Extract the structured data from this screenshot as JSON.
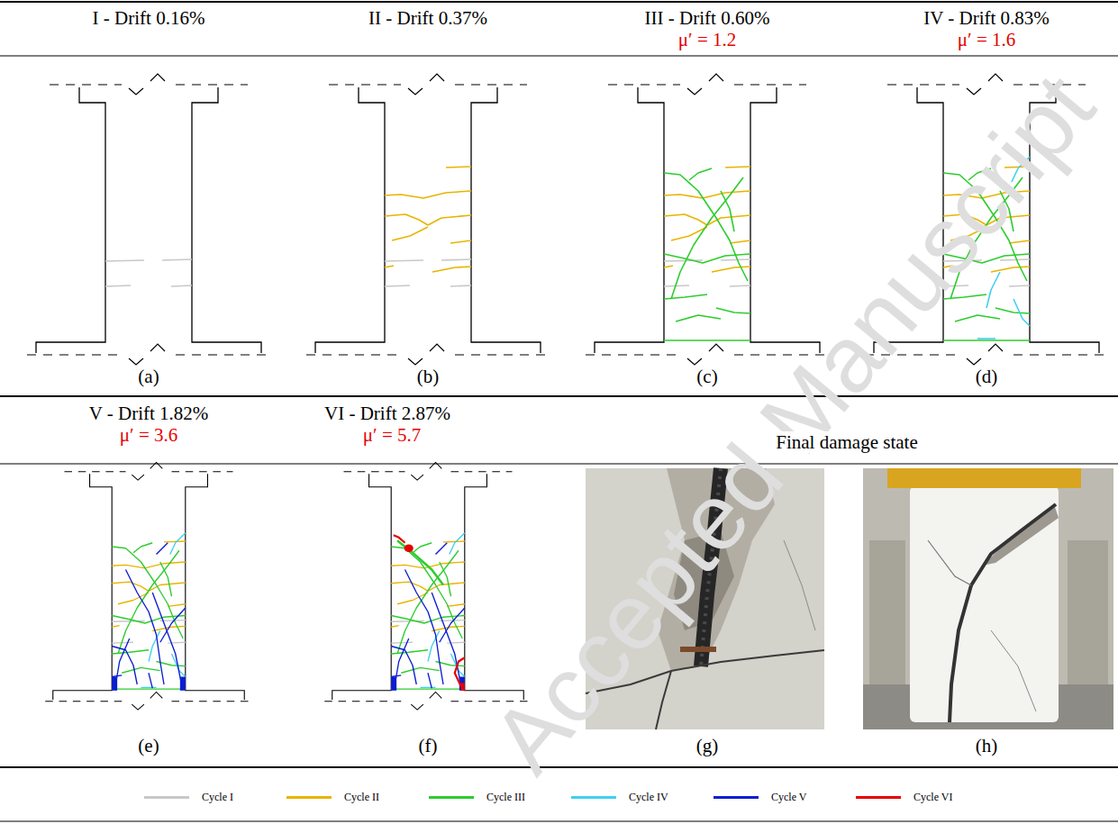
{
  "diagram": {
    "labels": [
      "I - Drift 0.16%",
      "II - Drift 0.37%",
      "III - Drift 0.60%",
      "μ′ = 1.2",
      "IV - Drift 0.83%",
      "μ′ = 1.6",
      "(a)",
      "(b)",
      "(c)",
      "(d)",
      "V - Drift 1.82%",
      "μ′ = 3.6",
      "VI - Drift 2.87%",
      "μ′ = 5.7",
      "Final damage state",
      "(e)",
      "(f)",
      "(g)",
      "(h)",
      "Accepted Manuscript"
    ],
    "legend": [
      {
        "text": "Cycle I",
        "color": "#c8c8c8"
      },
      {
        "text": "Cycle II",
        "color": "#e8b400"
      },
      {
        "text": "Cycle III",
        "color": "#2ecc2e"
      },
      {
        "text": "Cycle IV",
        "color": "#40d0f0"
      },
      {
        "text": "Cycle V",
        "color": "#0a1ed2"
      },
      {
        "text": "Cycle VI",
        "color": "#e60000"
      }
    ]
  }
}
